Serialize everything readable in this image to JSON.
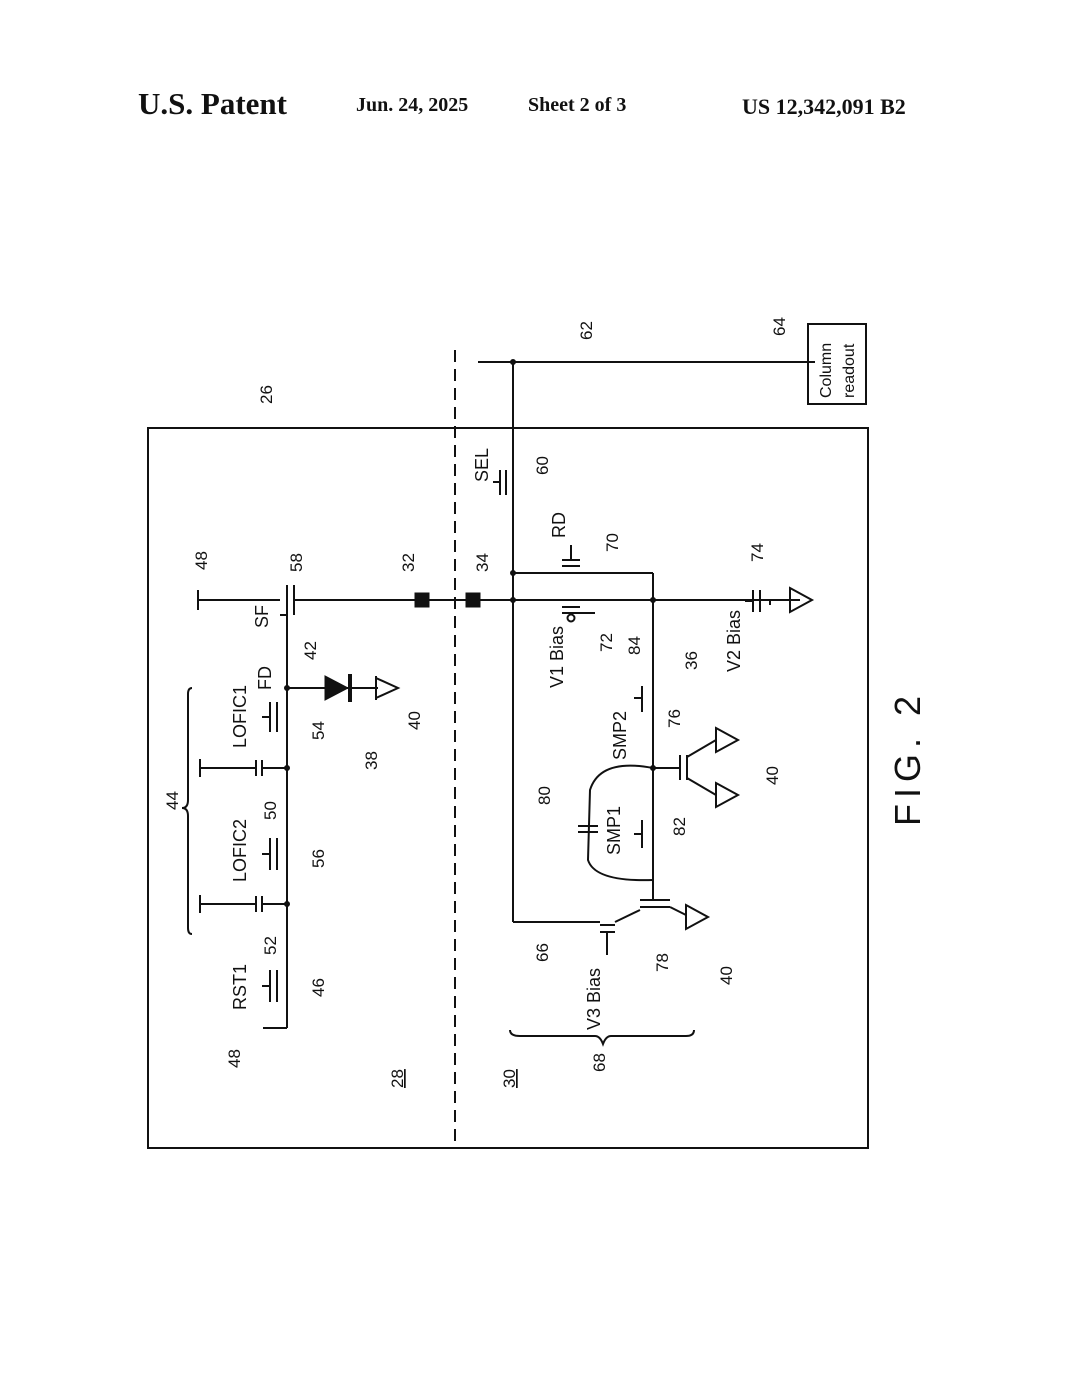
{
  "header": {
    "title": "U.S. Patent",
    "date": "Jun. 24, 2025",
    "sheet": "Sheet 2 of 3",
    "patent_number": "US 12,342,091 B2"
  },
  "figure": {
    "label": "FIG. 2"
  },
  "ref_numerals": {
    "r26": "26",
    "r28": "28",
    "r30": "30",
    "r32": "32",
    "r34": "34",
    "r36": "36",
    "r38": "38",
    "r40a": "40",
    "r40b": "40",
    "r40c": "40",
    "r42": "42",
    "r44": "44",
    "r46": "46",
    "r48a": "48",
    "r48b": "48",
    "r50": "50",
    "r52": "52",
    "r54": "54",
    "r56": "56",
    "r58": "58",
    "r60": "60",
    "r62": "62",
    "r64": "64",
    "r66": "66",
    "r68": "68",
    "r70": "70",
    "r72": "72",
    "r74": "74",
    "r76": "76",
    "r78": "78",
    "r80": "80",
    "r82": "82",
    "r84": "84"
  },
  "signal_labels": {
    "rst1": "RST1",
    "lofic2": "LOFIC2",
    "lofic1": "LOFIC1",
    "fd": "FD",
    "sf": "SF",
    "sel": "SEL",
    "rd": "RD",
    "v1_bias": "V1 Bias",
    "v2_bias": "V2 Bias",
    "v3_bias": "V3 Bias",
    "smp1": "SMP1",
    "smp2": "SMP2"
  },
  "column_readout": {
    "line1": "Column",
    "line2": "readout"
  }
}
